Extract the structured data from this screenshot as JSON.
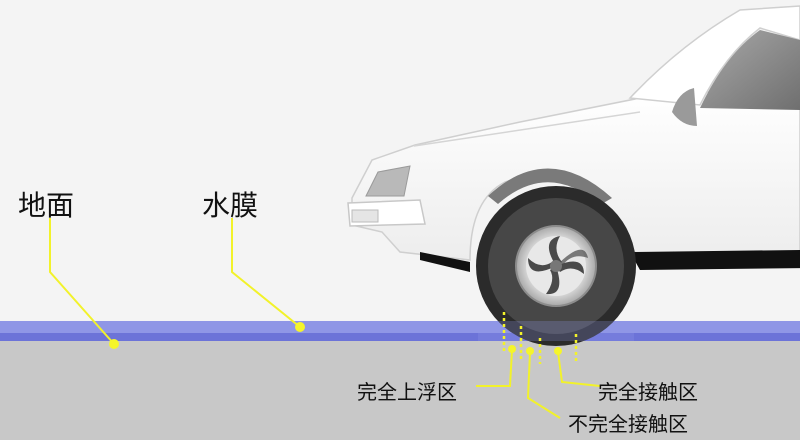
{
  "labels": {
    "ground": "地面",
    "water_film": "水膜",
    "full_float": "完全上浮区",
    "partial_contact": "不完全接触区",
    "full_contact": "完全接触区"
  },
  "colors": {
    "background": "#f4f4f4",
    "ground": "#c8c8c8",
    "water_film": "#8f96e6",
    "water_film_edge": "#6c73d8",
    "leader_line": "#f2f22a",
    "marker": "#f5f52a",
    "tire": "#2b2b2b",
    "car_body": "#ffffff",
    "window": "#8a8a8a"
  }
}
